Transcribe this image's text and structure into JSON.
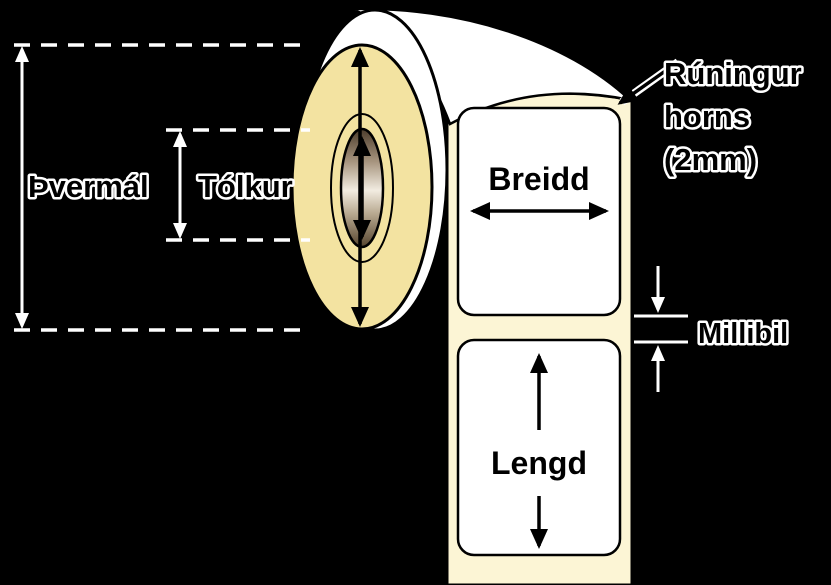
{
  "title": "Label roll dimensions diagram",
  "colors": {
    "background": "#000000",
    "roll_face": "#F3E3A1",
    "roll_edge": "#FFFFFF",
    "strip_backing": "#FCF5D5",
    "label_fill": "#FFFFFF",
    "outline": "#000000",
    "annotation": "#FFFFFF"
  },
  "annotations": {
    "diameter": "Þvermál",
    "core": "Tólkur",
    "width": "Breidd",
    "length": "Lengd",
    "gap": "Millibil",
    "corner_rounding": {
      "line1": "Rúningur",
      "line2": "horns",
      "line3": "(2mm)"
    }
  }
}
